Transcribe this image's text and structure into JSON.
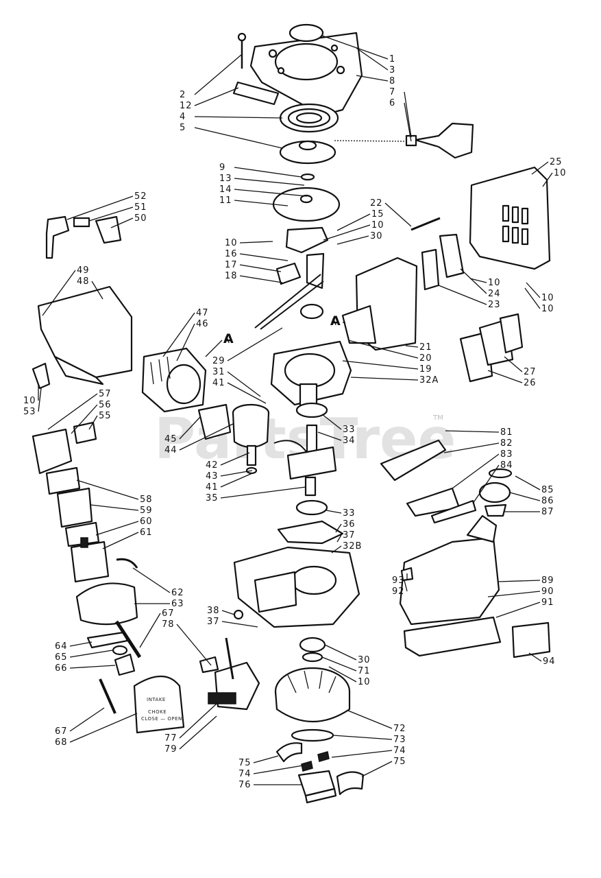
{
  "watermark": {
    "text": "PartsTree",
    "trademark": "TM"
  },
  "reference_letter": "A",
  "decal_intake": {
    "line1": "INTAKE",
    "line2": "CHOKE",
    "line3": "CLOSE — OPEN"
  },
  "colors": {
    "ink": "#111111",
    "paper": "#ffffff",
    "watermark": "#d9d9d9"
  },
  "callouts": [
    "1",
    "3",
    "8",
    "7",
    "6",
    "2",
    "12",
    "4",
    "5",
    "9",
    "13",
    "14",
    "11",
    "25",
    "10",
    "22",
    "15",
    "10",
    "30",
    "52",
    "51",
    "50",
    "10",
    "16",
    "17",
    "18",
    "10",
    "24",
    "23",
    "10",
    "10",
    "49",
    "48",
    "47",
    "46",
    "A",
    "A",
    "21",
    "20",
    "19",
    "32A",
    "29",
    "31",
    "41",
    "10",
    "53",
    "57",
    "56",
    "55",
    "45",
    "44",
    "33",
    "34",
    "42",
    "43",
    "41",
    "35",
    "27",
    "26",
    "81",
    "82",
    "83",
    "84",
    "85",
    "86",
    "87",
    "58",
    "59",
    "60",
    "61",
    "33",
    "36",
    "37",
    "32B",
    "62",
    "63",
    "93",
    "92",
    "89",
    "90",
    "91",
    "38",
    "37",
    "67",
    "78",
    "64",
    "65",
    "66",
    "30",
    "71",
    "10",
    "94",
    "72",
    "73",
    "74",
    "75",
    "67",
    "68",
    "77",
    "79",
    "75",
    "74",
    "76"
  ]
}
